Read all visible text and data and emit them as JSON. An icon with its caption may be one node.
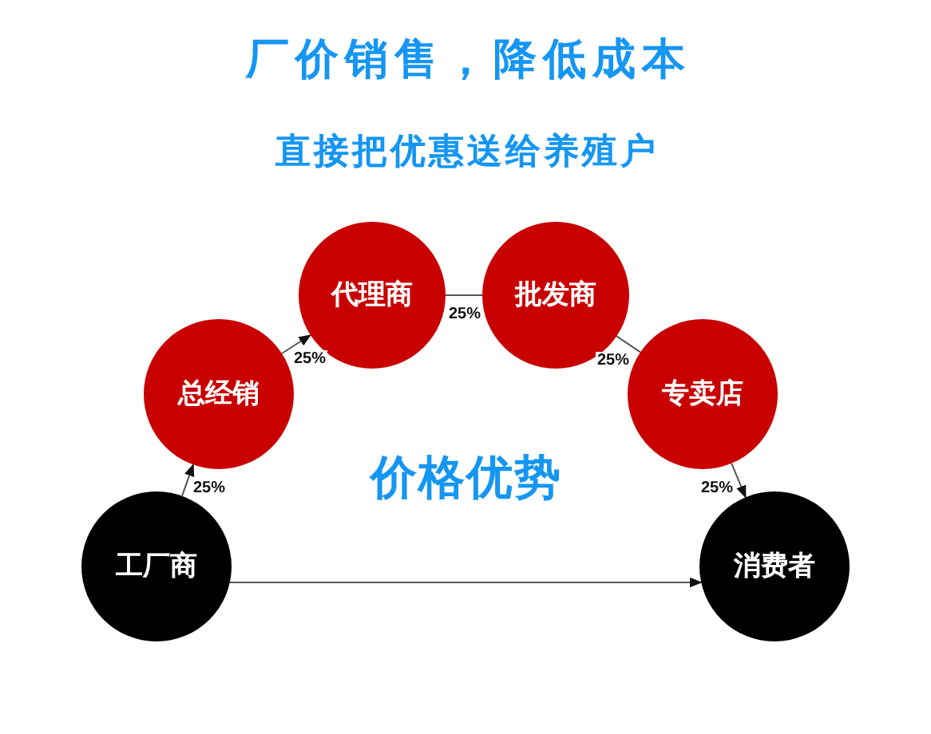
{
  "diagram": {
    "title": "厂价销售，降低成本",
    "nodes": [
      {
        "text": [
          "工厂商"
        ]
      },
      {
        "text": [
          "总经销"
        ]
      },
      {
        "text": [
          "代理商"
        ]
      },
      {
        "text": [
          "批发商"
        ]
      },
      {
        "text": [
          "专卖店"
        ]
      },
      {
        "text": [
          "消费者"
        ]
      }
    ],
    "edges": [
      {
        "from": 0,
        "to": 1,
        "arrow": "to",
        "label": "25%"
      },
      {
        "from": 1,
        "to": 2,
        "arrow": "to",
        "label": "25%"
      },
      {
        "from": 2,
        "to": 3,
        "arrow": "none",
        "label": "25%"
      },
      {
        "from": 3,
        "to": 4,
        "arrow": "none",
        "label": "25%"
      },
      {
        "from": 4,
        "to": 5,
        "arrow": "to",
        "label": "25%"
      },
      {
        "from": 0,
        "to": 5,
        "arrow": "to"
      }
    ],
    "labels": [
      "直接把优惠送给养殖户",
      "价格优势"
    ]
  }
}
